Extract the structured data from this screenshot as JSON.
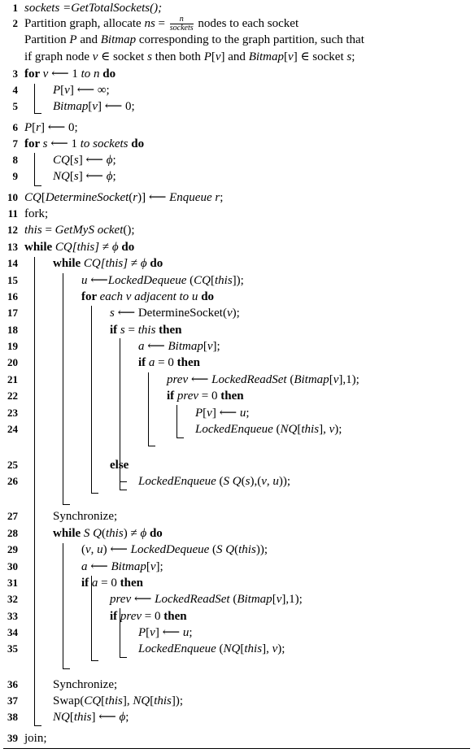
{
  "lines": [
    {
      "n": "1",
      "tokens": [
        [
          "i",
          "sockets =GetTotalSockets();"
        ]
      ]
    },
    {
      "n": "2",
      "tokens": [
        [
          "t",
          "Partition graph, allocate "
        ],
        [
          "i",
          "ns"
        ],
        [
          "t",
          " = "
        ],
        [
          "frac",
          "n",
          "sockets"
        ],
        [
          "t",
          " nodes to each socket"
        ]
      ]
    },
    {
      "n": "",
      "tokens": [
        [
          "t",
          "Partition "
        ],
        [
          "i",
          "P"
        ],
        [
          "t",
          " and "
        ],
        [
          "i",
          "Bitmap"
        ],
        [
          "t",
          " corresponding to the graph partition, such that"
        ]
      ]
    },
    {
      "n": "",
      "tokens": [
        [
          "t",
          "if graph node "
        ],
        [
          "i",
          "v"
        ],
        [
          "t",
          " ∈ socket "
        ],
        [
          "i",
          "s"
        ],
        [
          "t",
          " then both "
        ],
        [
          "i",
          "P"
        ],
        [
          "t",
          "["
        ],
        [
          "i",
          "v"
        ],
        [
          "t",
          "] and "
        ],
        [
          "i",
          "Bitmap"
        ],
        [
          "t",
          "["
        ],
        [
          "i",
          "v"
        ],
        [
          "t",
          "] ∈ socket "
        ],
        [
          "i",
          "s"
        ],
        [
          "t",
          ";"
        ]
      ]
    },
    {
      "n": "3",
      "tokens": [
        [
          "b",
          "for "
        ],
        [
          "i",
          "v"
        ],
        [
          "t",
          " ⟵ 1 "
        ],
        [
          "i",
          "to n"
        ],
        [
          "b",
          " do"
        ]
      ]
    },
    {
      "n": "4",
      "tokens": [
        [
          "i",
          "P"
        ],
        [
          "t",
          "["
        ],
        [
          "i",
          "v"
        ],
        [
          "t",
          "] ⟵ ∞;"
        ]
      ]
    },
    {
      "n": "5",
      "tokens": [
        [
          "i",
          "Bitmap"
        ],
        [
          "t",
          "["
        ],
        [
          "i",
          "v"
        ],
        [
          "t",
          "] ⟵ 0;"
        ]
      ]
    },
    {
      "n": "6",
      "tokens": [
        [
          "i",
          "P"
        ],
        [
          "t",
          "["
        ],
        [
          "i",
          "r"
        ],
        [
          "t",
          "] ⟵ 0;"
        ]
      ]
    },
    {
      "n": "7",
      "tokens": [
        [
          "b",
          "for "
        ],
        [
          "i",
          "s"
        ],
        [
          "t",
          " ⟵ 1 "
        ],
        [
          "i",
          "to sockets"
        ],
        [
          "b",
          " do"
        ]
      ]
    },
    {
      "n": "8",
      "tokens": [
        [
          "i",
          "CQ"
        ],
        [
          "t",
          "["
        ],
        [
          "i",
          "s"
        ],
        [
          "t",
          "] ⟵ "
        ],
        [
          "i",
          "ϕ"
        ],
        [
          "t",
          ";"
        ]
      ]
    },
    {
      "n": "9",
      "tokens": [
        [
          "i",
          "NQ"
        ],
        [
          "t",
          "["
        ],
        [
          "i",
          "s"
        ],
        [
          "t",
          "] ⟵ "
        ],
        [
          "i",
          "ϕ"
        ],
        [
          "t",
          ";"
        ]
      ]
    },
    {
      "n": "10",
      "tokens": [
        [
          "i",
          "CQ"
        ],
        [
          "t",
          "["
        ],
        [
          "i",
          "DetermineSocket"
        ],
        [
          "t",
          "("
        ],
        [
          "i",
          "r"
        ],
        [
          "t",
          ")] ⟵ "
        ],
        [
          "i",
          "Enqueue r"
        ],
        [
          "t",
          ";"
        ]
      ]
    },
    {
      "n": "11",
      "tokens": [
        [
          "t",
          "fork;"
        ]
      ]
    },
    {
      "n": "12",
      "tokens": [
        [
          "i",
          "this"
        ],
        [
          "t",
          " = "
        ],
        [
          "i",
          "GetMyS ocket"
        ],
        [
          "t",
          "();"
        ]
      ]
    },
    {
      "n": "13",
      "tokens": [
        [
          "b",
          "while "
        ],
        [
          "i",
          "CQ[this]"
        ],
        [
          "t",
          " ≠ "
        ],
        [
          "i",
          "ϕ"
        ],
        [
          "b",
          " do"
        ]
      ]
    },
    {
      "n": "14",
      "tokens": [
        [
          "b",
          "while "
        ],
        [
          "i",
          "CQ[this]"
        ],
        [
          "t",
          " ≠ "
        ],
        [
          "i",
          "ϕ"
        ],
        [
          "b",
          " do"
        ]
      ]
    },
    {
      "n": "15",
      "tokens": [
        [
          "i",
          "u"
        ],
        [
          "t",
          " ⟵"
        ],
        [
          "i",
          "LockedDequeue"
        ],
        [
          "t",
          " ("
        ],
        [
          "i",
          "CQ"
        ],
        [
          "t",
          "["
        ],
        [
          "i",
          "this"
        ],
        [
          "t",
          "]);"
        ]
      ]
    },
    {
      "n": "16",
      "tokens": [
        [
          "b",
          "for "
        ],
        [
          "i",
          "each v adjacent to u"
        ],
        [
          "b",
          " do"
        ]
      ]
    },
    {
      "n": "17",
      "tokens": [
        [
          "i",
          "s"
        ],
        [
          "t",
          " ⟵ DetermineSocket("
        ],
        [
          "i",
          "v"
        ],
        [
          "t",
          ");"
        ]
      ]
    },
    {
      "n": "18",
      "tokens": [
        [
          "b",
          "if "
        ],
        [
          "i",
          "s"
        ],
        [
          "t",
          " = "
        ],
        [
          "i",
          "this"
        ],
        [
          "b",
          " then"
        ]
      ]
    },
    {
      "n": "19",
      "tokens": [
        [
          "i",
          "a"
        ],
        [
          "t",
          " ⟵ "
        ],
        [
          "i",
          "Bitmap"
        ],
        [
          "t",
          "["
        ],
        [
          "i",
          "v"
        ],
        [
          "t",
          "];"
        ]
      ]
    },
    {
      "n": "20",
      "tokens": [
        [
          "b",
          "if "
        ],
        [
          "i",
          "a"
        ],
        [
          "t",
          " = 0 "
        ],
        [
          "b",
          "then"
        ]
      ]
    },
    {
      "n": "21",
      "tokens": [
        [
          "i",
          "prev"
        ],
        [
          "t",
          " ⟵ "
        ],
        [
          "i",
          "LockedReadSet"
        ],
        [
          "t",
          " ("
        ],
        [
          "i",
          "Bitmap"
        ],
        [
          "t",
          "["
        ],
        [
          "i",
          "v"
        ],
        [
          "t",
          "],1);"
        ]
      ]
    },
    {
      "n": "22",
      "tokens": [
        [
          "b",
          "if "
        ],
        [
          "i",
          "prev"
        ],
        [
          "t",
          " = 0 "
        ],
        [
          "b",
          "then"
        ]
      ]
    },
    {
      "n": "23",
      "tokens": [
        [
          "i",
          "P"
        ],
        [
          "t",
          "["
        ],
        [
          "i",
          "v"
        ],
        [
          "t",
          "] ⟵ "
        ],
        [
          "i",
          "u"
        ],
        [
          "t",
          ";"
        ]
      ]
    },
    {
      "n": "24",
      "tokens": [
        [
          "i",
          "LockedEnqueue"
        ],
        [
          "t",
          " ("
        ],
        [
          "i",
          "NQ"
        ],
        [
          "t",
          "["
        ],
        [
          "i",
          "this"
        ],
        [
          "t",
          "], "
        ],
        [
          "i",
          "v"
        ],
        [
          "t",
          ");"
        ]
      ]
    },
    {
      "n": "25",
      "tokens": [
        [
          "b",
          "else"
        ]
      ]
    },
    {
      "n": "26",
      "tokens": [
        [
          "i",
          "LockedEnqueue"
        ],
        [
          "t",
          " ("
        ],
        [
          "i",
          "S Q"
        ],
        [
          "t",
          "("
        ],
        [
          "i",
          "s"
        ],
        [
          "t",
          "),("
        ],
        [
          "i",
          "v"
        ],
        [
          "t",
          ", "
        ],
        [
          "i",
          "u"
        ],
        [
          "t",
          "));"
        ]
      ]
    },
    {
      "n": "27",
      "tokens": [
        [
          "t",
          "Synchronize;"
        ]
      ]
    },
    {
      "n": "28",
      "tokens": [
        [
          "b",
          "while "
        ],
        [
          "i",
          "S Q"
        ],
        [
          "t",
          "("
        ],
        [
          "i",
          "this"
        ],
        [
          "t",
          ") ≠ "
        ],
        [
          "i",
          "ϕ"
        ],
        [
          "b",
          " do"
        ]
      ]
    },
    {
      "n": "29",
      "tokens": [
        [
          "t",
          "("
        ],
        [
          "i",
          "v"
        ],
        [
          "t",
          ", "
        ],
        [
          "i",
          "u"
        ],
        [
          "t",
          ") ⟵ "
        ],
        [
          "i",
          "LockedDequeue"
        ],
        [
          "t",
          " ("
        ],
        [
          "i",
          "S Q"
        ],
        [
          "t",
          "("
        ],
        [
          "i",
          "this"
        ],
        [
          "t",
          "));"
        ]
      ]
    },
    {
      "n": "30",
      "tokens": [
        [
          "i",
          "a"
        ],
        [
          "t",
          " ⟵ "
        ],
        [
          "i",
          "Bitmap"
        ],
        [
          "t",
          "["
        ],
        [
          "i",
          "v"
        ],
        [
          "t",
          "];"
        ]
      ]
    },
    {
      "n": "31",
      "tokens": [
        [
          "b",
          "if "
        ],
        [
          "i",
          "a"
        ],
        [
          "t",
          " = 0 "
        ],
        [
          "b",
          "then"
        ]
      ]
    },
    {
      "n": "32",
      "tokens": [
        [
          "i",
          "prev"
        ],
        [
          "t",
          " ⟵ "
        ],
        [
          "i",
          "LockedReadSet"
        ],
        [
          "t",
          " ("
        ],
        [
          "i",
          "Bitmap"
        ],
        [
          "t",
          "["
        ],
        [
          "i",
          "v"
        ],
        [
          "t",
          "],1);"
        ]
      ]
    },
    {
      "n": "33",
      "tokens": [
        [
          "b",
          "if "
        ],
        [
          "i",
          "prev"
        ],
        [
          "t",
          " = 0 "
        ],
        [
          "b",
          "then"
        ]
      ]
    },
    {
      "n": "34",
      "tokens": [
        [
          "i",
          "P"
        ],
        [
          "t",
          "["
        ],
        [
          "i",
          "v"
        ],
        [
          "t",
          "] ⟵ "
        ],
        [
          "i",
          "u"
        ],
        [
          "t",
          ";"
        ]
      ]
    },
    {
      "n": "35",
      "tokens": [
        [
          "i",
          "LockedEnqueue"
        ],
        [
          "t",
          " ("
        ],
        [
          "i",
          "NQ"
        ],
        [
          "t",
          "["
        ],
        [
          "i",
          "this"
        ],
        [
          "t",
          "], "
        ],
        [
          "i",
          "v"
        ],
        [
          "t",
          ");"
        ]
      ]
    },
    {
      "n": "36",
      "tokens": [
        [
          "t",
          "Synchronize;"
        ]
      ]
    },
    {
      "n": "37",
      "tokens": [
        [
          "t",
          "Swap("
        ],
        [
          "i",
          "CQ"
        ],
        [
          "t",
          "["
        ],
        [
          "i",
          "this"
        ],
        [
          "t",
          "], "
        ],
        [
          "i",
          "NQ"
        ],
        [
          "t",
          "["
        ],
        [
          "i",
          "this"
        ],
        [
          "t",
          "]);"
        ]
      ]
    },
    {
      "n": "38",
      "tokens": [
        [
          "i",
          "NQ"
        ],
        [
          "t",
          "["
        ],
        [
          "i",
          "this"
        ],
        [
          "t",
          "] ⟵ "
        ],
        [
          "i",
          "ϕ"
        ],
        [
          "t",
          ";"
        ]
      ]
    },
    {
      "n": "39",
      "tokens": [
        [
          "t",
          "join;"
        ]
      ]
    }
  ]
}
